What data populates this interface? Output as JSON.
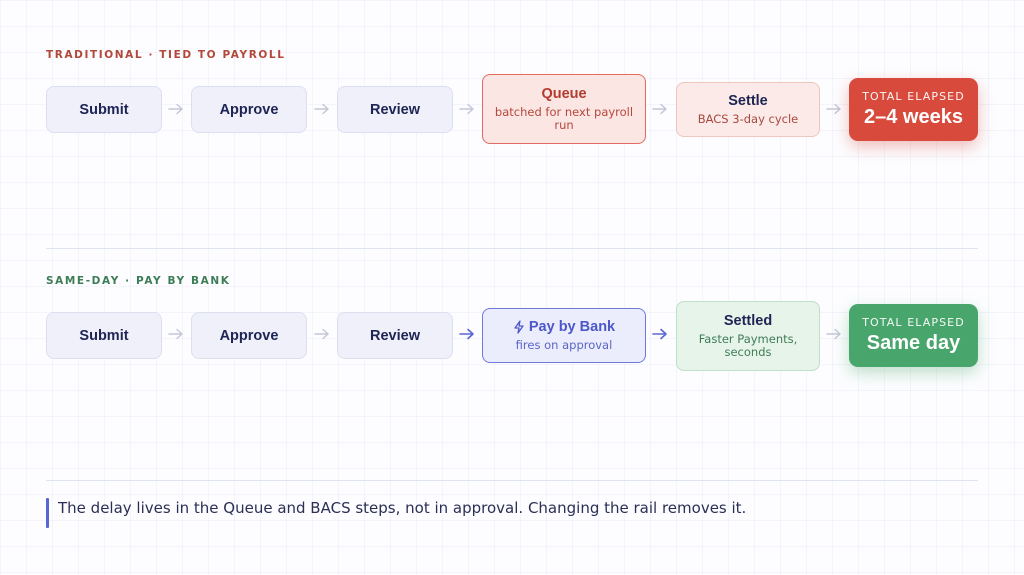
{
  "traditional": {
    "label": "TRADITIONAL · TIED TO PAYROLL",
    "steps": [
      {
        "title": "Submit"
      },
      {
        "title": "Approve"
      },
      {
        "title": "Review"
      },
      {
        "title": "Queue",
        "sub": "batched for next payroll run"
      },
      {
        "title": "Settle",
        "sub": "BACS 3-day cycle"
      }
    ],
    "total": {
      "caption": "TOTAL ELAPSED",
      "value": "2–4 weeks"
    }
  },
  "sameday": {
    "label": "SAME-DAY · PAY BY BANK",
    "steps": [
      {
        "title": "Submit"
      },
      {
        "title": "Approve"
      },
      {
        "title": "Review"
      },
      {
        "title": "Pay by Bank",
        "sub": "fires on approval"
      },
      {
        "title": "Settled",
        "sub": "Faster Payments, seconds"
      }
    ],
    "total": {
      "caption": "TOTAL ELAPSED",
      "value": "Same day"
    }
  },
  "note": "The delay lives in the Queue and BACS steps, not in approval. Changing the rail removes it.",
  "colors": {
    "red_accent": "#d9483b",
    "green_accent": "#46a86a",
    "blue_accent": "#5b66d6",
    "navy_text": "#1e2453"
  },
  "icons": {
    "pay_by_bank": "lightning-bolt-icon",
    "connector": "arrow-right-icon"
  }
}
